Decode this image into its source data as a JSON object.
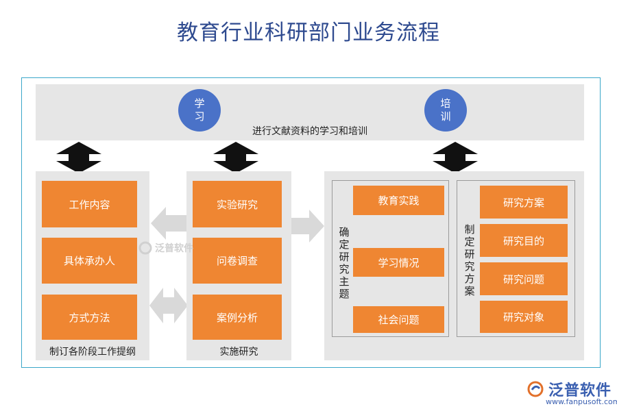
{
  "title": "教育行业科研部门业务流程",
  "top_band": {
    "text": "进行文献资料的学习和培训",
    "circle_left": "学习",
    "circle_right": "培训"
  },
  "left_panel": {
    "items": [
      "工作内容",
      "具体承办人",
      "方式方法"
    ],
    "caption": "制订各阶段工作提纲"
  },
  "mid_panel": {
    "items": [
      "实验研究",
      "问卷调查",
      "案例分析"
    ],
    "caption": "实施研究"
  },
  "right_panel": {
    "group1": {
      "label": "确定研究主题",
      "items": [
        "教育实践",
        "学习情况",
        "社会问题"
      ]
    },
    "group2": {
      "label": "制定研究方案",
      "items": [
        "研究方案",
        "研究目的",
        "研究问题",
        "研究对象"
      ]
    }
  },
  "watermark": "泛普软件",
  "logo": {
    "name": "泛普软件",
    "url": "www.fanpusoft.com"
  },
  "colors": {
    "title": "#2e4a8f",
    "frame": "#3aa7c9",
    "panel": "#e6e6e6",
    "orange": "#ef8632",
    "circle": "#4a72c8",
    "arrow_dark": "#111111",
    "arrow_light": "#d9d9d9"
  }
}
